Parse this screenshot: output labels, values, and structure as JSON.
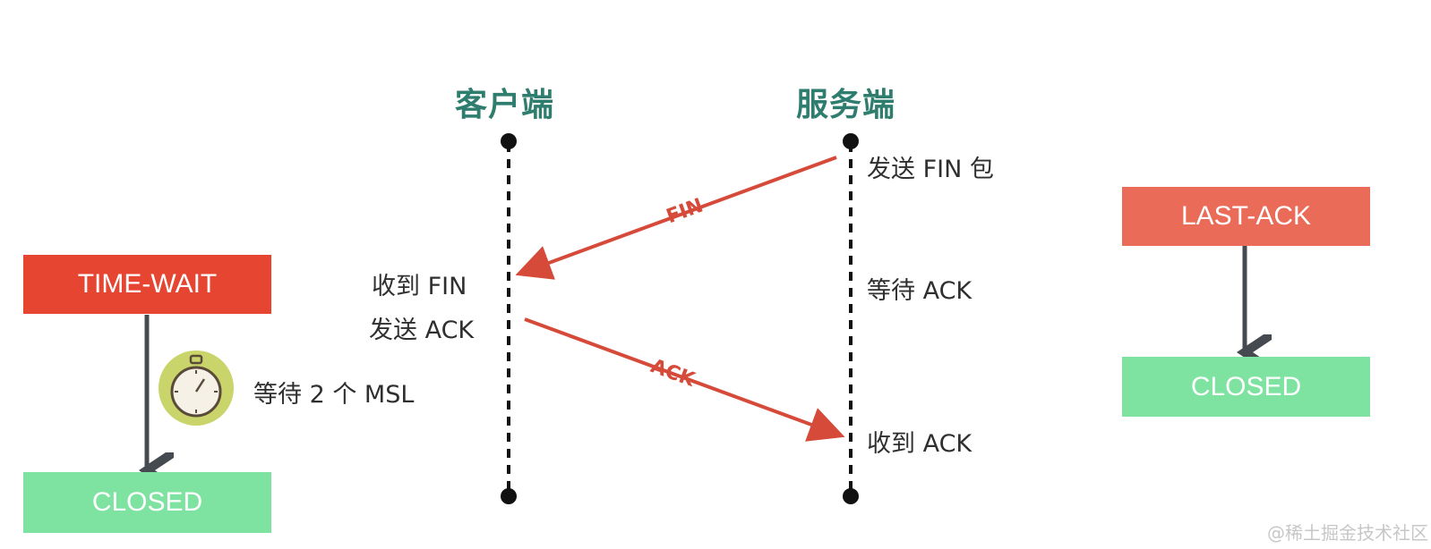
{
  "columns": {
    "client": "客户端",
    "server": "服务端"
  },
  "left_states": {
    "state_top": "TIME-WAIT",
    "wait_label": "等待 2 个 MSL",
    "state_bottom": "CLOSED"
  },
  "right_states": {
    "state_top": "LAST-ACK",
    "state_bottom": "CLOSED"
  },
  "client_actions": {
    "recv_fin": "收到 FIN",
    "send_ack": "发送 ACK"
  },
  "server_actions": {
    "send_fin": "发送 FIN 包",
    "wait_ack": "等待 ACK",
    "recv_ack": "收到 ACK"
  },
  "messages": {
    "fin": "FIN",
    "ack": "ACK"
  },
  "watermark": "@稀土掘金技术社区",
  "icons": [
    "stopwatch-icon"
  ],
  "colors": {
    "time_wait": "#e64531",
    "last_ack": "#ea6b58",
    "closed": "#7ee3a0",
    "title": "#2f7d6e",
    "arrow": "#d64a3a"
  }
}
